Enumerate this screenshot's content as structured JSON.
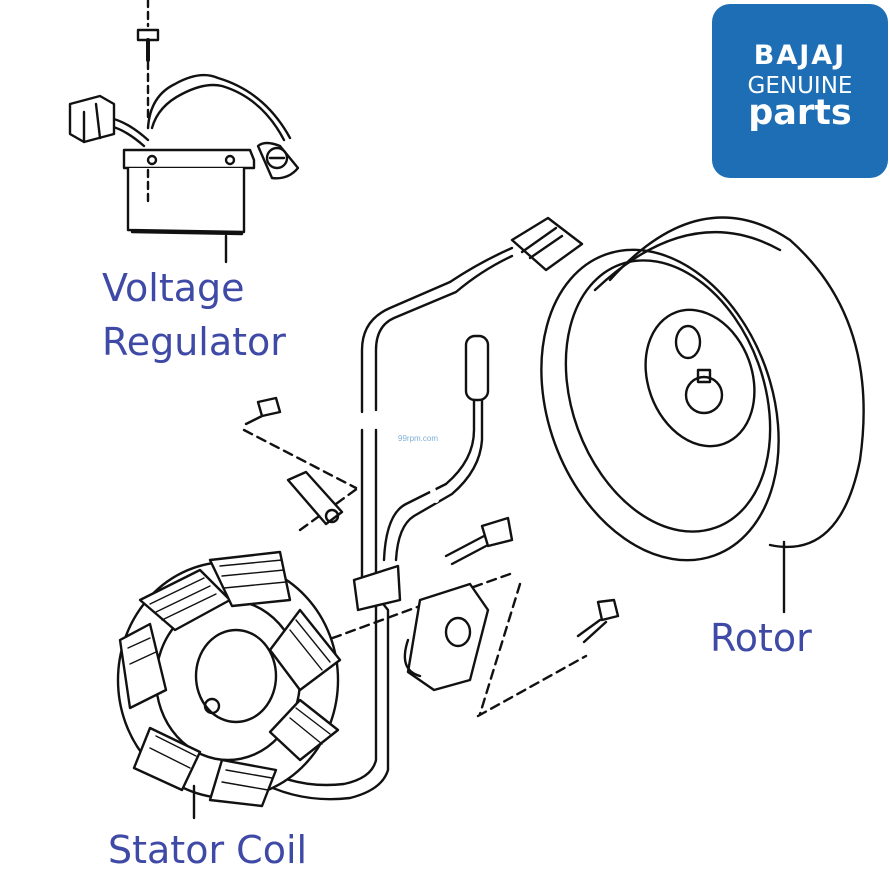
{
  "badge": {
    "brand": "BAJAJ",
    "genuine": "GENUINE",
    "parts": "parts",
    "color": "#1e6eb5"
  },
  "labels": {
    "voltage_regulator": [
      "Voltage",
      "Regulator"
    ],
    "rotor": "Rotor",
    "stator_coil": "Stator Coil",
    "color": "#3f4aa6"
  },
  "watermark": "99rpm.com"
}
